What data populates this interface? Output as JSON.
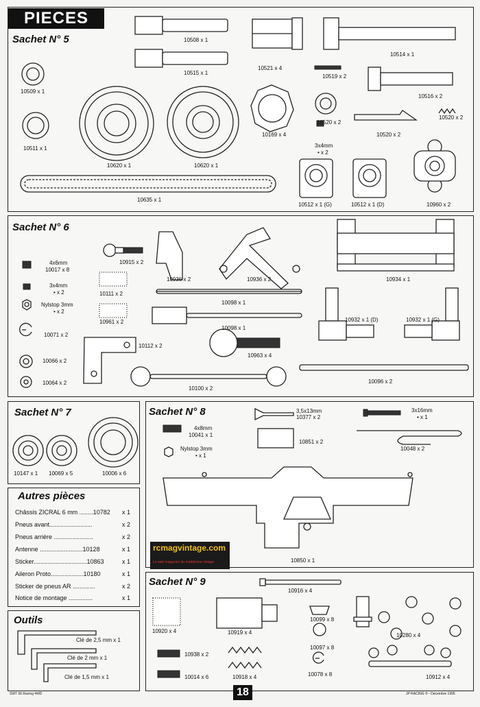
{
  "title": "PIECES",
  "sachet5": {
    "heading": "Sachet N° 5",
    "labels": [
      "10508 x 1",
      "10515 x 1",
      "10521 x 4",
      "10519 x 2",
      "10514 x 1",
      "10516 x 2",
      "10509 x 1",
      "10511 x 1",
      "10620 x 1",
      "10620 x 1",
      "10169 x 4",
      "10520 x 2",
      "3x4mm",
      "• x 2",
      "10520 x 2",
      "10520 x 2",
      "10635 x 1",
      "10512 x 1 (G)",
      "10512 x 1 (D)",
      "10960 x 2"
    ]
  },
  "sachet6": {
    "heading": "Sachet N° 6",
    "labels": [
      "4x6mm",
      "10017 x 8",
      "3x4mm",
      "• x 2",
      "Nylstop 3mm",
      "• x 2",
      "10071 x 2",
      "10066 x 2",
      "10064 x 2",
      "10915 x 2",
      "10111 x 2",
      "10961 x 2",
      "10936 x 2",
      "10936 x 2",
      "10934 x 1",
      "10098 x 1",
      "10098 x 1",
      "10112 x 2",
      "10963 x 4",
      "10100 x 2",
      "10932 x 1 (D)",
      "10932 x 1 (G)",
      "10096 x 2"
    ]
  },
  "sachet7": {
    "heading": "Sachet N° 7",
    "labels": [
      "10147 x 1",
      "10069 x 5",
      "10006 x 6"
    ]
  },
  "sachet8": {
    "heading": "Sachet N° 8",
    "labels": [
      "4x8mm",
      "10041 x 1",
      "Nylstop 3mm",
      "• x 1",
      "3,5x13mm",
      "10377 x 2",
      "10851 x 2",
      "3x16mm",
      "• x 1",
      "10048 x 2",
      "10850 x 1"
    ]
  },
  "sachet9": {
    "heading": "Sachet N° 9",
    "labels": [
      "10916 x 4",
      "10920 x 4",
      "10919 x 4",
      "10099 x 8",
      "10097 x 8",
      "10280 x 4",
      "10938 x 2",
      "10014 x 6",
      "10918 x 4",
      "10078 x 8",
      "10912 x 4"
    ]
  },
  "other_parts": {
    "heading": "Autres pièces",
    "rows": [
      {
        "name": "Châssis ZICRAL 6 mm ........10782",
        "qty": "x 1"
      },
      {
        "name": "Pneus avant.........................",
        "qty": "x 2"
      },
      {
        "name": "Pneus arrière .......................",
        "qty": "x 2"
      },
      {
        "name": "Antenne .........................10128",
        "qty": "x 1"
      },
      {
        "name": "Sticker...............................10863",
        "qty": "x 1"
      },
      {
        "name": "Aileron Proto...................10180",
        "qty": "x 1"
      },
      {
        "name": "Sticker de pneus AR .............",
        "qty": "x 2"
      },
      {
        "name": "Notice de montage ..............",
        "qty": "x 1"
      }
    ]
  },
  "tools": {
    "heading": "Outils",
    "items": [
      "Clé de 2,5 mm x 1",
      "Clé de 2 mm x 1",
      "Clé de 1,5 mm x 1"
    ]
  },
  "watermark": {
    "line1": "rcmagvintage.com",
    "line2": "Le web magazine du modélisme vintage"
  },
  "page_number": "18",
  "footer_left": "SWT 96 Racing 4WD",
  "footer_right": "JP RACING ® - Décembre 1995"
}
